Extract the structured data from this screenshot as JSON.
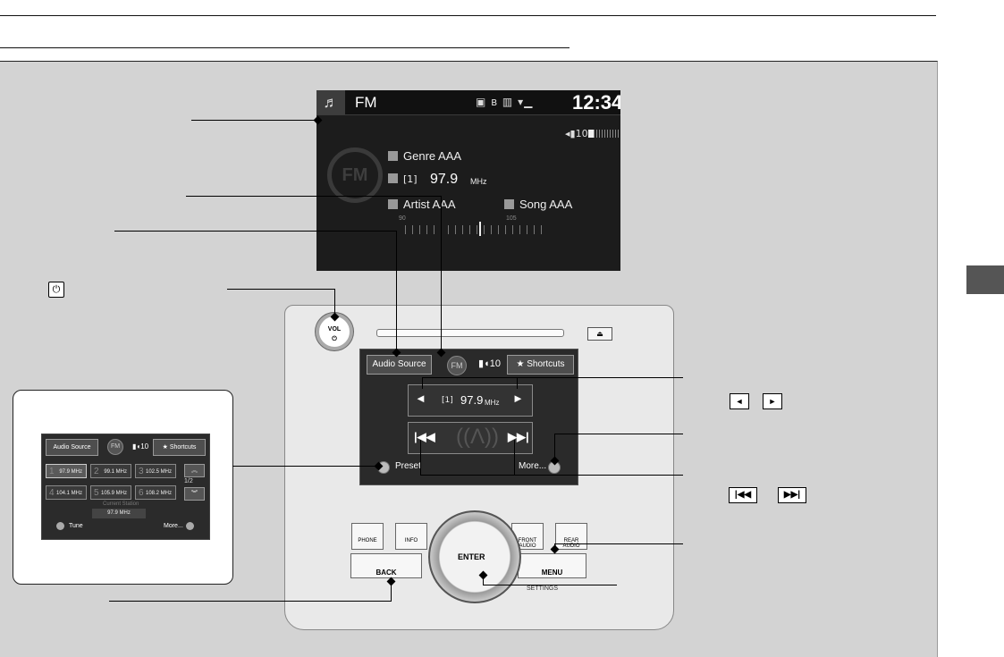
{
  "display": {
    "music_icon": "music-note-icon",
    "source": "FM",
    "status_icons": "▣ ʙ ▥ ▾▁",
    "clock": "12:34",
    "volume_icon": "speaker-icon",
    "volume": "10",
    "fm_logo": "FM",
    "genre": "Genre AAA",
    "channel": "1",
    "frequency": "97.9",
    "unit": "MHz",
    "artist": "Artist AAA",
    "song": "Song AAA",
    "scale_start": "90",
    "scale_end": "105"
  },
  "console": {
    "vol_knob_label": "VOL",
    "vol_knob_symbol": "⏻",
    "eject_symbol": "⏏",
    "audio_source": "Audio Source",
    "volume": "10",
    "shortcuts": "Shortcuts",
    "shortcuts_star": "★",
    "tune_left": "◄",
    "tune_right": "►",
    "channel": "1",
    "frequency": "97.9",
    "unit": "MHz",
    "skip_back": "|◀◀",
    "skip_forward": "▶▶|",
    "preset": "Preset",
    "more": "More...",
    "phone": "PHONE",
    "info": "INFO",
    "front_audio": "FRONT AUDIO",
    "rear_audio": "REAR AUDIO",
    "back": "BACK",
    "menu": "MENU",
    "enter": "ENTER",
    "settings": "SETTINGS"
  },
  "preset_screen": {
    "audio_source": "Audio Source",
    "volume": "10",
    "shortcuts": "Shortcuts",
    "presets": [
      {
        "num": "1",
        "freq": "97.9 MHz"
      },
      {
        "num": "2",
        "freq": "99.1 MHz"
      },
      {
        "num": "3",
        "freq": "102.5 MHz"
      },
      {
        "num": "4",
        "freq": "104.1 MHz"
      },
      {
        "num": "5",
        "freq": "105.9 MHz"
      },
      {
        "num": "6",
        "freq": "108.2 MHz"
      }
    ],
    "page": "1/2",
    "current_station_label": "Current Station",
    "current_frequency": "97.9 MHz",
    "tune": "Tune",
    "more": "More..."
  },
  "callouts": {
    "power_icon": "⏻",
    "tune_left_icon": "◄",
    "tune_right_icon": "►",
    "skip_back_icon": "|◀◀",
    "skip_forward_icon": "▶▶|"
  }
}
